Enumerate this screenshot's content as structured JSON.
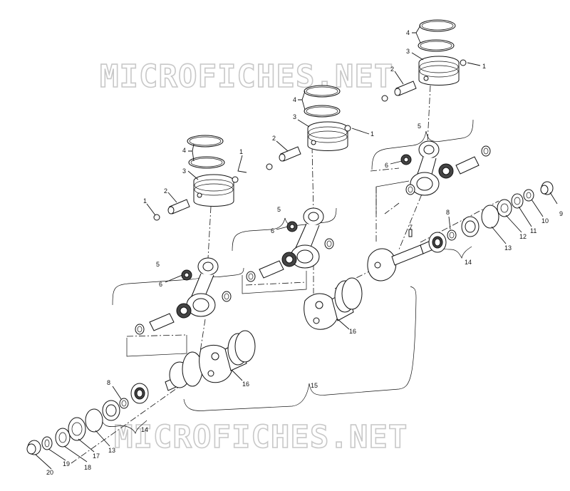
{
  "watermark": {
    "top": "MICROFICHES.NET",
    "bottom": "MICROFICHES.NET"
  },
  "callouts": {
    "c1a": "1",
    "c1b": "1",
    "c1c": "1",
    "c1d": "1",
    "c2a": "2",
    "c2b": "2",
    "c2c": "2",
    "c3a": "3",
    "c3b": "3",
    "c3c": "3",
    "c4a": "4",
    "c4b": "4",
    "c4c": "4",
    "c5a": "5",
    "c5b": "5",
    "c5c": "5",
    "c6a": "6",
    "c6b": "6",
    "c6c": "6",
    "c7": "7",
    "c8a": "8",
    "c8b": "8",
    "c9": "9",
    "c10": "10",
    "c11": "11",
    "c12": "12",
    "c13a": "13",
    "c13b": "13",
    "c14a": "14",
    "c14b": "14",
    "c15": "15",
    "c16a": "16",
    "c16b": "16",
    "c17": "17",
    "c18": "18",
    "c19": "19",
    "c20": "20"
  }
}
